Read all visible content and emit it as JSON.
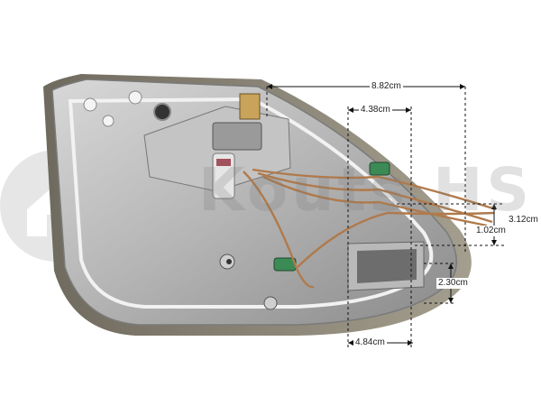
{
  "photo": {
    "subject-icon": "steam-iron-heating-element-icon",
    "watermark": {
      "icon": "house-logo-icon",
      "text": "Kouts HS"
    }
  },
  "dimensions": [
    {
      "id": "width-overall",
      "label": "8.82cm"
    },
    {
      "id": "width-inner",
      "label": "4.38cm"
    },
    {
      "id": "pins-height",
      "label": "3.12cm"
    },
    {
      "id": "pins-gap",
      "label": "1.02cm"
    },
    {
      "id": "bracket-height",
      "label": "2.30cm"
    },
    {
      "id": "bracket-width",
      "label": "4.84cm"
    }
  ],
  "colors": {
    "plate": "#a8a8a8",
    "copper": "#b07a4c",
    "green": "#3c8a55",
    "dim-line": "#111111"
  }
}
